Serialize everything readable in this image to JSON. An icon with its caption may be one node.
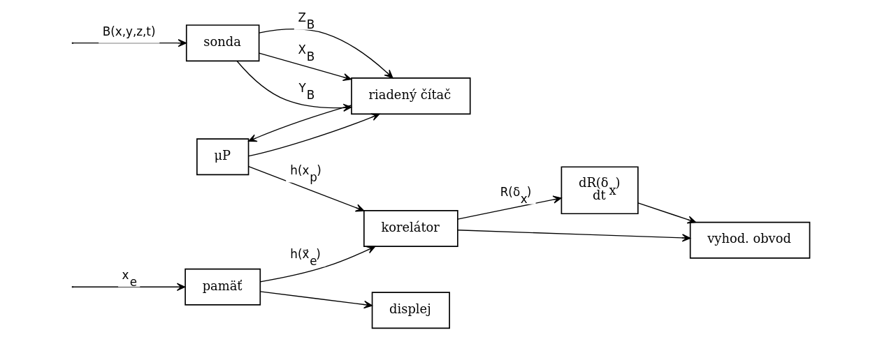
{
  "diagram": {
    "nodes": [
      {
        "text": [
          "displej"
        ]
      },
      {
        "text": [
          "pamäť"
        ]
      },
      {
        "text": [
          "korelátor"
        ]
      },
      {
        "text": [
          "dR(δ$_{x}$)",
          "dt"
        ]
      },
      {
        "text": [
          "sonda"
        ]
      },
      {
        "text": [
          "riadený čítač"
        ]
      },
      {
        "text": [
          "μP"
        ]
      },
      {
        "text": [
          "vyhod. obvod"
        ]
      }
    ],
    "edges": [
      {
        "from": 1,
        "to": 0,
        "arrow": "to"
      },
      {
        "from": null,
        "to": 1,
        "arrow": "to",
        "label": "x$_{e}$"
      },
      {
        "from": 1,
        "to": 2,
        "arrow": "to",
        "label": "h(x⃗$_{e}$)"
      },
      {
        "from": 6,
        "to": 2,
        "arrow": "to",
        "label": "h(x$_{p}$)"
      },
      {
        "from": 2,
        "to": 3,
        "arrow": "to",
        "label": "R(δ$_{x}$)"
      },
      {
        "from": 2,
        "to": 7,
        "arrow": "to"
      },
      {
        "from": 3,
        "to": 7,
        "arrow": "to"
      },
      {
        "from": null,
        "to": 4,
        "arrow": "to",
        "label": "B(x,y,z,t)"
      },
      {
        "from": 4,
        "to": 5,
        "arrow": "to",
        "label": "X$_{B}$"
      },
      {
        "from": 4,
        "to": 5,
        "arrow": "to",
        "label": "Y$_{B}$"
      },
      {
        "from": 4,
        "to": 5,
        "arrow": "to",
        "label": "Z$_{B}$"
      },
      {
        "from": 5,
        "to": 6,
        "arrow": "to"
      },
      {
        "from": 6,
        "to": 5,
        "arrow": "to"
      }
    ]
  }
}
